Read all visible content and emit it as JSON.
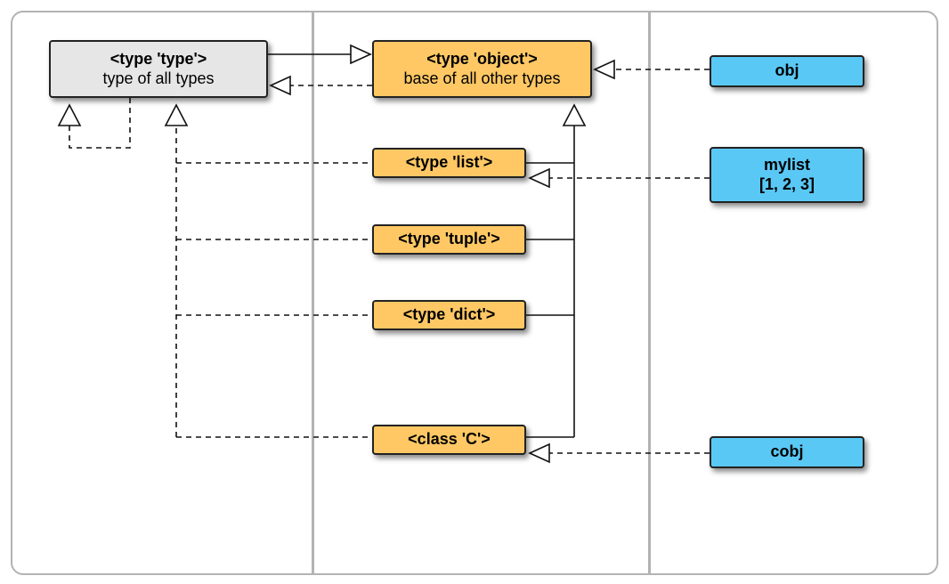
{
  "diagram": {
    "boxes": {
      "type": {
        "title": "<type 'type'>",
        "sub": "type of all types"
      },
      "object": {
        "title": "<type 'object'>",
        "sub": "base of all other types"
      },
      "list": {
        "title": "<type 'list'>"
      },
      "tuple": {
        "title": "<type 'tuple'>"
      },
      "dict": {
        "title": "<type 'dict'>"
      },
      "class_c": {
        "title": "<class 'C'>"
      },
      "obj": {
        "title": "obj"
      },
      "mylist": {
        "title": "mylist",
        "sub": "[1, 2, 3]"
      },
      "cobj": {
        "title": "cobj"
      }
    },
    "colors": {
      "type_fill": "#e6e6e6",
      "class_fill": "#ffc864",
      "instance_fill": "#5ac8f5",
      "border": "#222222",
      "divider": "#b3b3b3"
    },
    "edges": [
      {
        "from": "type",
        "to": "object",
        "style": "solid",
        "meaning": "subclass"
      },
      {
        "from": "object",
        "to": "type",
        "style": "dashed",
        "meaning": "instance-of"
      },
      {
        "from": "type",
        "to": "type",
        "style": "dashed",
        "meaning": "instance-of"
      },
      {
        "from": "list",
        "to": "object",
        "style": "solid",
        "meaning": "subclass"
      },
      {
        "from": "tuple",
        "to": "object",
        "style": "solid",
        "meaning": "subclass"
      },
      {
        "from": "dict",
        "to": "object",
        "style": "solid",
        "meaning": "subclass"
      },
      {
        "from": "class_c",
        "to": "object",
        "style": "solid",
        "meaning": "subclass"
      },
      {
        "from": "list",
        "to": "type",
        "style": "dashed",
        "meaning": "instance-of"
      },
      {
        "from": "tuple",
        "to": "type",
        "style": "dashed",
        "meaning": "instance-of"
      },
      {
        "from": "dict",
        "to": "type",
        "style": "dashed",
        "meaning": "instance-of"
      },
      {
        "from": "class_c",
        "to": "type",
        "style": "dashed",
        "meaning": "instance-of"
      },
      {
        "from": "obj",
        "to": "object",
        "style": "dashed",
        "meaning": "instance-of"
      },
      {
        "from": "mylist",
        "to": "list",
        "style": "dashed",
        "meaning": "instance-of"
      },
      {
        "from": "cobj",
        "to": "class_c",
        "style": "dashed",
        "meaning": "instance-of"
      }
    ]
  }
}
